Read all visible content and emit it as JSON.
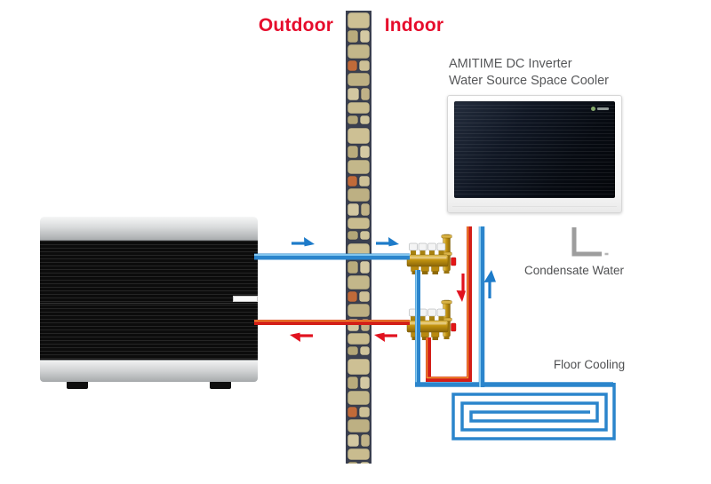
{
  "zone_labels": {
    "outdoor": "Outdoor",
    "indoor": "Indoor"
  },
  "indoor_unit": {
    "title_line1": "AMITIME DC Inverter",
    "title_line2": "Water Source Space Cooler"
  },
  "annotations": {
    "condensate_water": "Condensate Water",
    "floor_cooling": "Floor Cooling"
  },
  "colors": {
    "zone_label_red": "#e60c2c",
    "annotation_gray": "#4f5052",
    "pipe_cold_blue": "#2b85cc",
    "pipe_cold_highlight": "#8fd0f4",
    "pipe_hot_red": "#d31e18",
    "pipe_hot_highlight": "#f09a33",
    "arrow_blue": "#1d7bc9",
    "arrow_red": "#e1121f",
    "condensate_gray": "#9d9d9d",
    "manifold_brass": "#c1920f",
    "wall_stone_tan": "#cdc094",
    "wall_stone_orange": "#c06a39",
    "wall_mortar": "#3b4050"
  }
}
